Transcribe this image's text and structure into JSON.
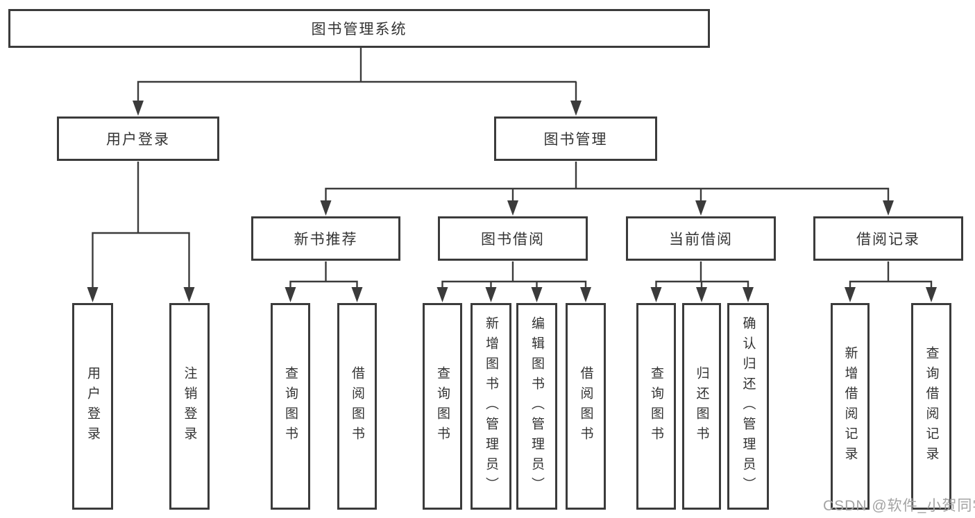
{
  "diagram": {
    "root": {
      "label": "图书管理系统"
    },
    "user_login": {
      "label": "用户登录",
      "children": [
        {
          "label": "用户登录"
        },
        {
          "label": "注销登录"
        }
      ]
    },
    "book_management": {
      "label": "图书管理",
      "sections": [
        {
          "label": "新书推荐",
          "children": [
            {
              "label": "查询图书"
            },
            {
              "label": "借阅图书"
            }
          ]
        },
        {
          "label": "图书借阅",
          "children": [
            {
              "label": "查询图书"
            },
            {
              "label": "新增图书（管理员）"
            },
            {
              "label": "编辑图书（管理员）"
            },
            {
              "label": "借阅图书"
            }
          ]
        },
        {
          "label": "当前借阅",
          "children": [
            {
              "label": "查询图书"
            },
            {
              "label": "归还图书"
            },
            {
              "label": "确认归还（管理员）"
            }
          ]
        },
        {
          "label": "借阅记录",
          "children": [
            {
              "label": "新增借阅记录"
            },
            {
              "label": "查询借阅记录"
            }
          ]
        }
      ]
    }
  },
  "watermark": {
    "text": "CSDN @软件_小贺同学"
  },
  "colors": {
    "line": "#3b3b3b",
    "box_border": "#3b3b3b",
    "text": "#333333",
    "background": "#ffffff",
    "watermark": "#a3a3a3"
  }
}
